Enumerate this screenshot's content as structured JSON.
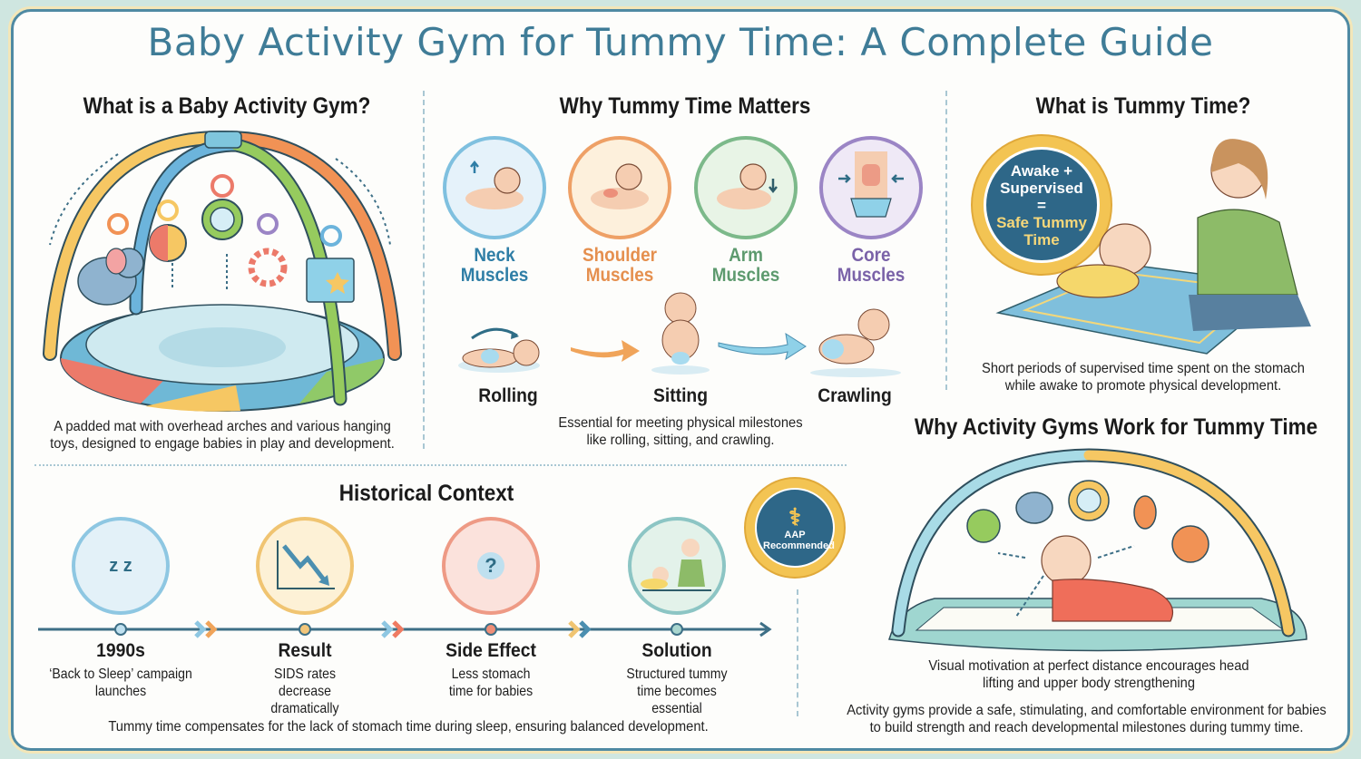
{
  "title": "Baby Activity Gym for Tummy Time: A Complete Guide",
  "what_is_gym": {
    "heading": "What is a Baby Activity Gym?",
    "description": "A padded mat with overhead arches and various hanging toys, designed to engage babies in play and development.",
    "illustration": "activity-gym-round-mat-with-arches-and-toys"
  },
  "why_matters": {
    "heading": "Why Tummy Time Matters",
    "muscles": [
      {
        "line1": "Neck",
        "line2": "Muscles",
        "color": "#2f7ea6",
        "ring": "#7fc0df"
      },
      {
        "line1": "Shoulder",
        "line2": "Muscles",
        "color": "#e58f4e",
        "ring": "#eea066"
      },
      {
        "line1": "Arm",
        "line2": "Muscles",
        "color": "#5d9a6e",
        "ring": "#7cb98a"
      },
      {
        "line1": "Core",
        "line2": "Muscles",
        "color": "#7a62a8",
        "ring": "#9b85c5"
      }
    ],
    "milestones": [
      "Rolling",
      "Sitting",
      "Crawling"
    ],
    "description": "Essential for meeting physical milestones like rolling, sitting, and crawling."
  },
  "what_is_tummy_time": {
    "heading": "What is Tummy Time?",
    "badge": {
      "line1": "Awake +",
      "line2": "Supervised",
      "line3": "=",
      "line4": "Safe Tummy",
      "line5": "Time"
    },
    "description": "Short periods of supervised time spent on the stomach while awake to promote physical development."
  },
  "why_gyms_work": {
    "heading": "Why Activity Gyms Work for Tummy Time",
    "caption": "Visual motivation at perfect distance encourages head lifting and upper body strengthening",
    "description": "Activity gyms provide a safe, stimulating, and comfortable environment for babies to build strength and reach developmental milestones during tummy time."
  },
  "history": {
    "heading": "Historical Context",
    "badge": "AAP Recommended",
    "timeline": [
      {
        "title": "1990s",
        "desc": "‘Back to Sleep’ campaign launches",
        "ring": "#8ec7e2",
        "fill": "#e3f1f8",
        "node": "#bfe0ef"
      },
      {
        "title": "Result",
        "desc": "SIDS rates decrease dramatically",
        "ring": "#f0c471",
        "fill": "#fdf1d6",
        "node": "#f2c67a"
      },
      {
        "title": "Side Effect",
        "desc": "Less stomach time for babies",
        "ring": "#ee9a85",
        "fill": "#fbe2dc",
        "node": "#ef8f78"
      },
      {
        "title": "Solution",
        "desc": "Structured tummy time becomes essential",
        "ring": "#8cc5c4",
        "fill": "#e3f2ea",
        "node": "#a9d6cf"
      }
    ],
    "footer": "Tummy time compensates for the lack of stomach time during sleep, ensuring balanced development."
  },
  "colors": {
    "title": "#3f7c97",
    "frame": "#4f8aa3",
    "background": "#cfe6e0",
    "badge_blue": "#2e6788",
    "badge_gold": "#f3c453"
  }
}
